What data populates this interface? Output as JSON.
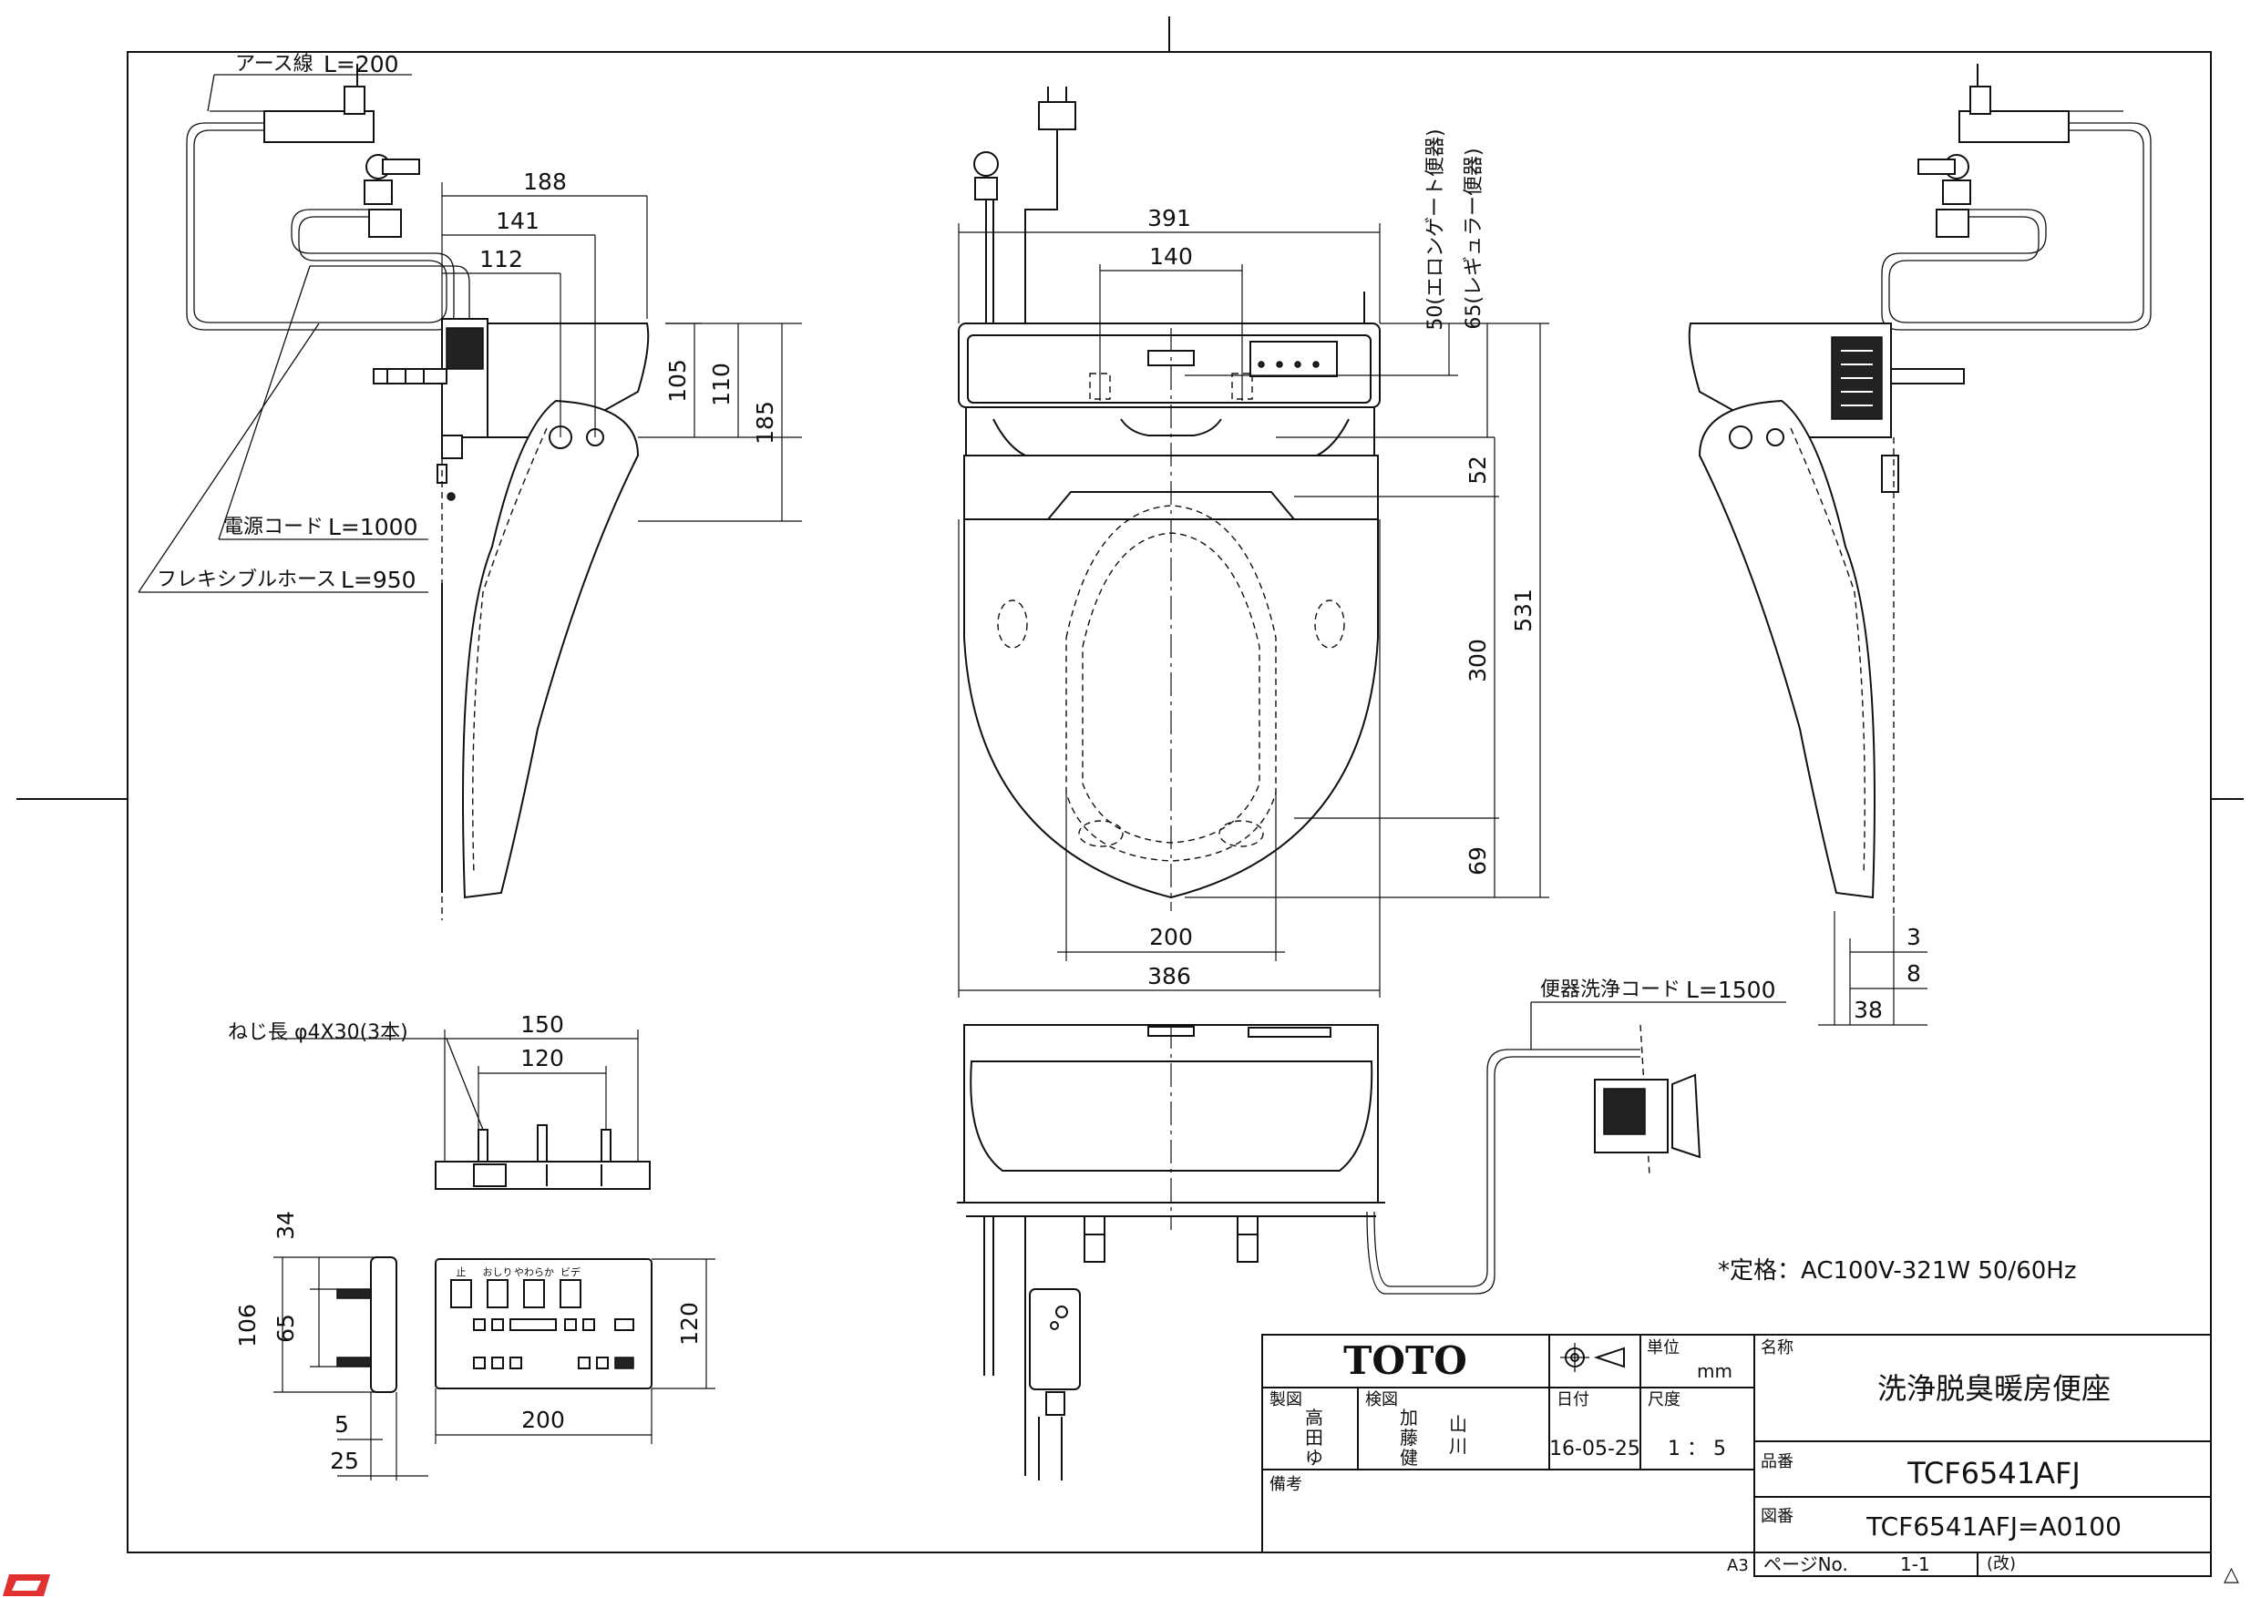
{
  "labels": {
    "earth_wire": "アース線",
    "earth_wire_len": "L=200",
    "power_cord": "電源コード",
    "power_cord_len": "L=1000",
    "flex_hose": "フレキシブルホース",
    "flex_hose_len": "L=950",
    "flush_cord": "便器洗浄コード",
    "flush_cord_len": "L=1500",
    "screw": "ねじ長 φ4X30(3本)",
    "elongated": "50(エロンゲート便器)",
    "regular": "65(レギュラー便器)",
    "rating": "*定格：AC100V-321W 50/60Hz",
    "paper_size": "A3",
    "revision_mark": "△"
  },
  "dimensions": {
    "d188": "188",
    "d141": "141",
    "d112": "112",
    "d105": "105",
    "d110": "110",
    "d185": "185",
    "d391": "391",
    "d140": "140",
    "d52": "52",
    "d300": "300",
    "d531": "531",
    "d69": "69",
    "d200": "200",
    "d386": "386",
    "d3": "3",
    "d8": "8",
    "d38": "38",
    "d150": "150",
    "d120": "120",
    "d34": "34",
    "d106": "106",
    "d65": "65",
    "d5": "5",
    "d25": "25",
    "d200b": "200",
    "d120b": "120"
  },
  "remote": {
    "buttons": [
      "止",
      "おしり",
      "やわらか",
      "ビデ"
    ]
  },
  "title_block": {
    "brand": "TOTO",
    "unit_label": "単位",
    "unit": "mm",
    "name_label": "名称",
    "name": "洗浄脱臭暖房便座",
    "drawn_label": "製図",
    "drawn_by_1": "高",
    "drawn_by_2": "田",
    "drawn_by_3": "ゆ",
    "checked_label": "検図",
    "checked_by_1": "加",
    "checked_by_2": "藤",
    "checked_by_3": "健",
    "checked_by_4": "山",
    "checked_by_5": "川",
    "date_label": "日付",
    "date": "16-05-25",
    "scale_label": "尺度",
    "scale": "1 ： 5",
    "product_no_label": "品番",
    "product_no": "TCF6541AFJ",
    "remarks_label": "備考",
    "drawing_no_label": "図番",
    "drawing_no": "TCF6541AFJ=A0100",
    "page_label": "ページNo.",
    "page": "1-1",
    "revision_label": "(改)"
  }
}
